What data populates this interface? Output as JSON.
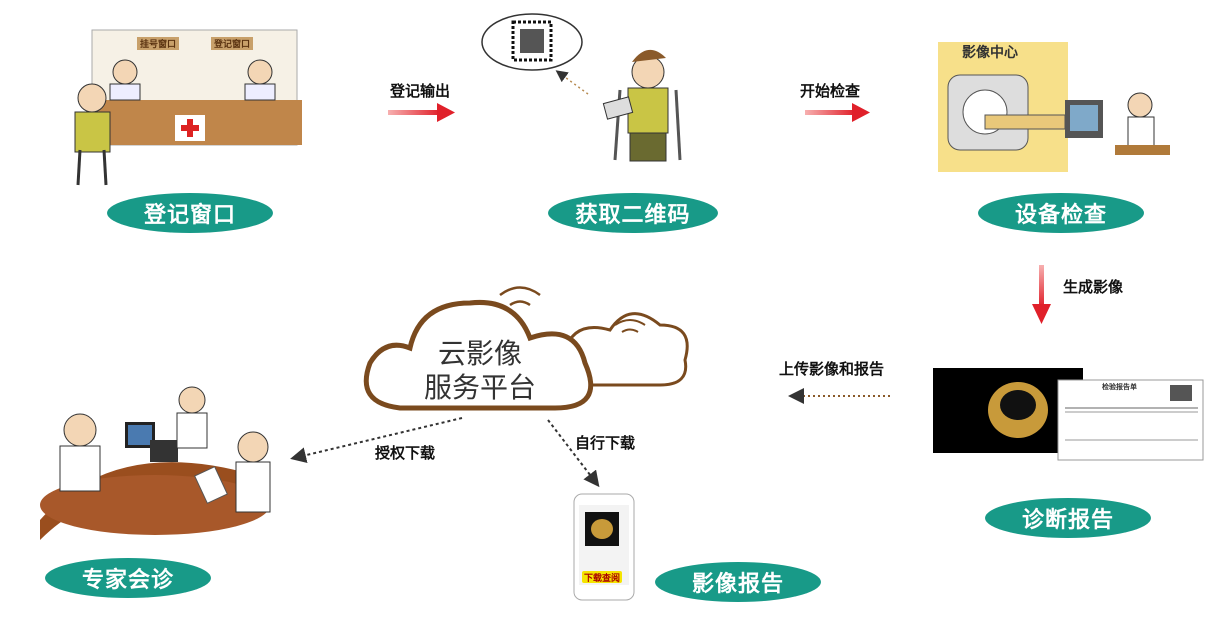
{
  "steps": {
    "registration": "登记窗口",
    "get_qr": "获取二维码",
    "exam": "设备检查",
    "diagnosis_report": "诊断报告",
    "expert_consult": "专家会诊",
    "image_report": "影像报告"
  },
  "arrows": {
    "register_output": "登记输出",
    "start_exam": "开始检查",
    "generate_image": "生成影像",
    "upload": "上传影像和报告",
    "authorized_download": "授权下载",
    "self_download": "自行下载"
  },
  "cloud": {
    "line1": "云影像",
    "line2": "服务平台"
  },
  "illustrations": {
    "sign_registration": "挂号窗口",
    "sign_checkin": "登记窗口",
    "imaging_center": "影像中心",
    "report_title": "检验报告单",
    "phone_button": "下载查阅"
  },
  "colors": {
    "pill": "#189a88",
    "arrow_red": "#e0202a",
    "cloud_brown": "#7a4a1e"
  }
}
